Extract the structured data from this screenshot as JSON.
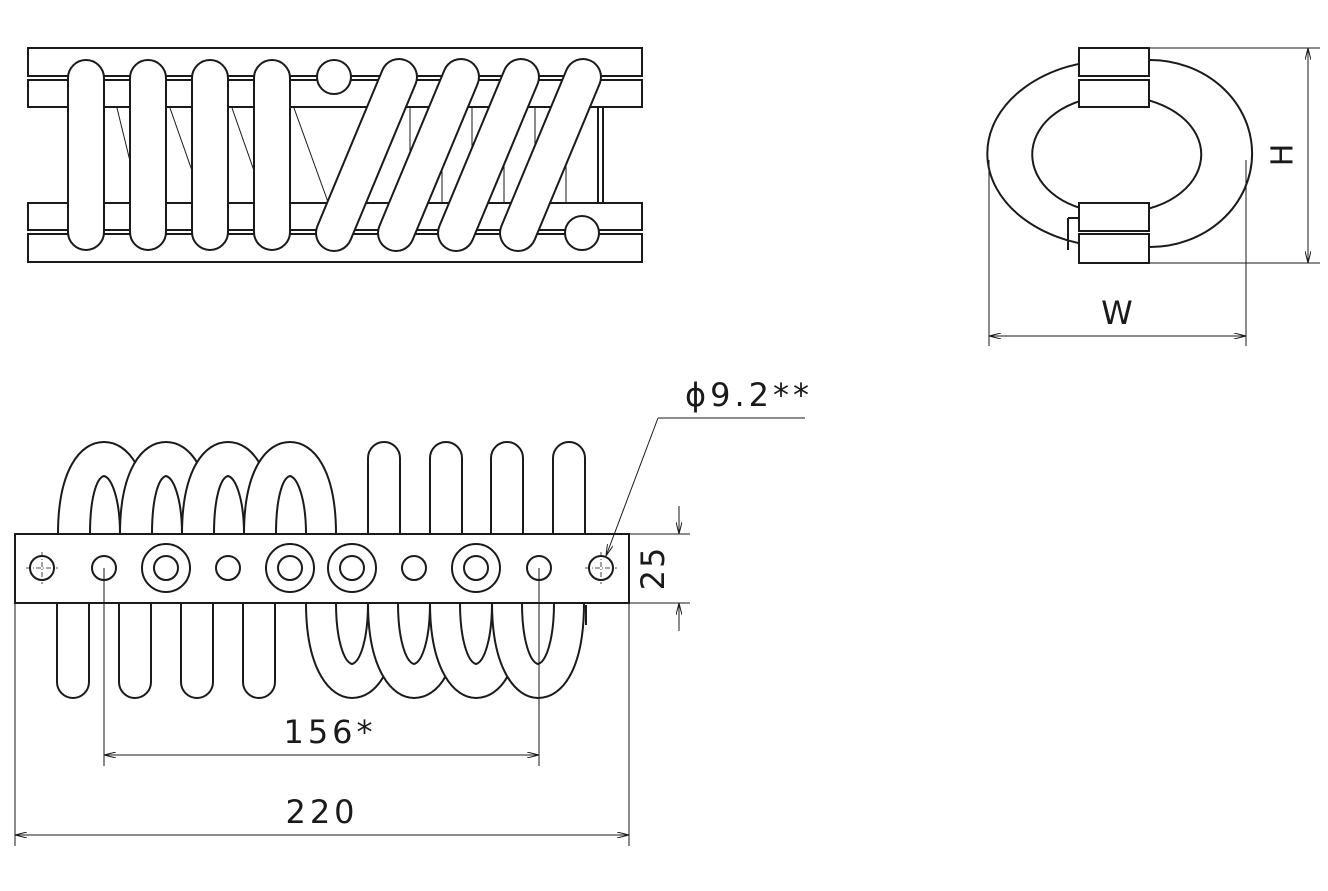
{
  "dimensions": {
    "hole_diameter": "ϕ9.2**",
    "bar_height": "25",
    "hole_spacing": "156*",
    "overall_length": "220",
    "height_label": "H",
    "width_label": "W"
  }
}
